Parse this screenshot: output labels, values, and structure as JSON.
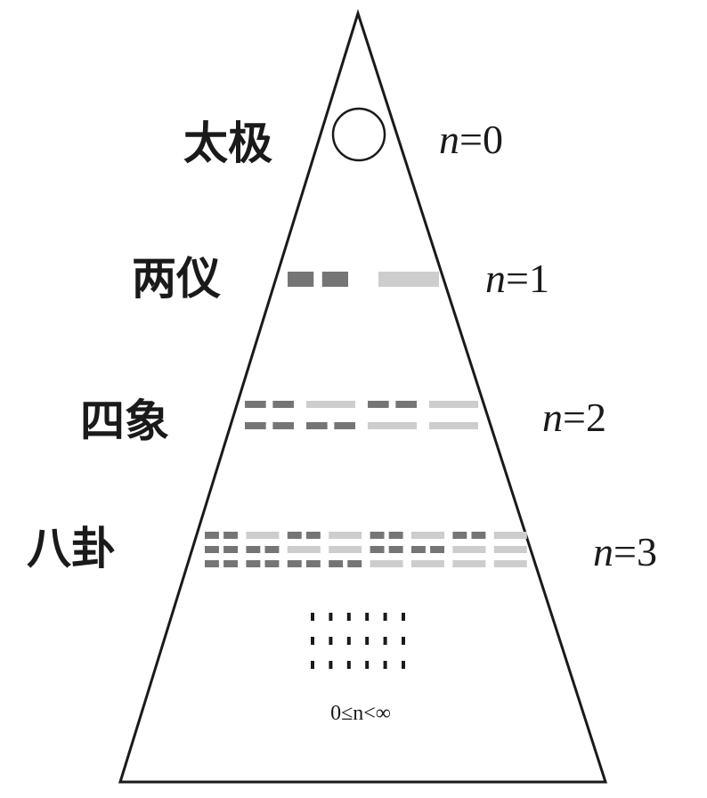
{
  "levels": [
    {
      "name": "太极",
      "n_label": "n=0",
      "n_var": "n",
      "n_eq": "=0",
      "yao_count": 0,
      "figures": []
    },
    {
      "name": "两仪",
      "n_label": "n=1",
      "n_var": "n",
      "n_eq": "=1",
      "yao_count": 1,
      "figures": [
        [
          "yin"
        ],
        [
          "yang"
        ]
      ]
    },
    {
      "name": "四象",
      "n_label": "n=2",
      "n_var": "n",
      "n_eq": "=2",
      "yao_count": 2,
      "figures": [
        [
          "yin",
          "yin"
        ],
        [
          "yang",
          "yin"
        ],
        [
          "yin",
          "yang"
        ],
        [
          "yang",
          "yang"
        ]
      ]
    },
    {
      "name": "八卦",
      "n_label": "n=3",
      "n_var": "n",
      "n_eq": "=3",
      "yao_count": 3,
      "figures": [
        [
          "yin",
          "yin",
          "yin"
        ],
        [
          "yang",
          "yin",
          "yin"
        ],
        [
          "yin",
          "yang",
          "yin"
        ],
        [
          "yang",
          "yang",
          "yin"
        ],
        [
          "yin",
          "yin",
          "yang"
        ],
        [
          "yang",
          "yin",
          "yang"
        ],
        [
          "yin",
          "yang",
          "yang"
        ],
        [
          "yang",
          "yang",
          "yang"
        ]
      ]
    }
  ],
  "continuation": {
    "rows": 3,
    "cols": 6
  },
  "range_label": "0≤n<∞",
  "colors": {
    "yin": "#757575",
    "yang": "#cdcdcd",
    "outline": "#1a1a1a",
    "dots": "#1a1a1a"
  }
}
